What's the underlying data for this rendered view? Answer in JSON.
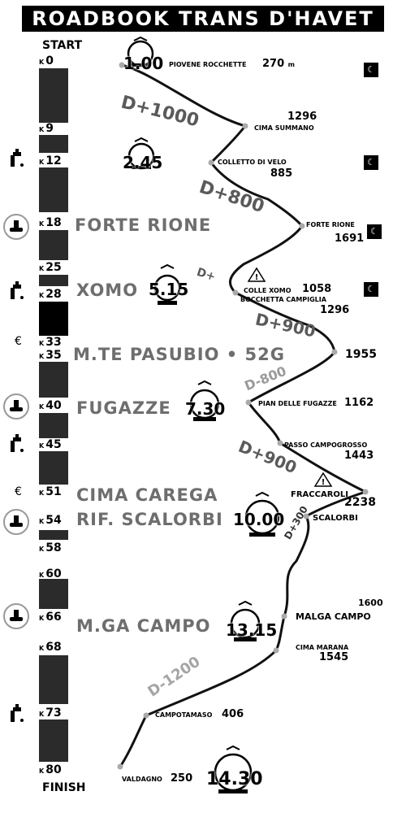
{
  "title": "ROADBOOK TRANS D'HAVET",
  "start": "START",
  "finish": "FINISH",
  "km_prefix": "K",
  "kms": [
    "0",
    "9",
    "12",
    "18",
    "25",
    "28",
    "33",
    "35",
    "40",
    "45",
    "51",
    "54",
    "58",
    "60",
    "66",
    "68",
    "73",
    "80"
  ],
  "big_labels": {
    "forte": "FORTE RIONE",
    "xomo": "XOMO",
    "pasubio": "M.TE PASUBIO • 52G",
    "fugazze": "FUGAZZE",
    "carega": "CIMA CAREGA",
    "scalorbi": "RIF. SCALORBI",
    "campo": "M.GA CAMPO"
  },
  "times": {
    "t1": "1.00",
    "t2": "2.45",
    "t3": "5.15",
    "t4": "7.30",
    "t5": "10.00",
    "t6": "13.15",
    "t7": "14.30"
  },
  "points": {
    "piovene": "PIOVENE ROCCHETTE",
    "piovene_elev": "270",
    "piovene_unit": "m",
    "summano_elev": "1296",
    "summano": "CIMA SUMMANO",
    "velo": "COLLETTO DI VELO",
    "velo_elev": "885",
    "forte": "FORTE RIONE",
    "forte_elev": "1691",
    "xomo": "COLLE XOMO",
    "xomo_elev": "1058",
    "campiglia": "BOCCHETTA CAMPIGLIA",
    "campiglia_elev": "1296",
    "pasubio_elev": "1955",
    "fugazze": "PIAN DELLE FUGAZZE",
    "fugazze_elev": "1162",
    "campogrosso": "PASSO CAMPOGROSSO",
    "campogrosso_elev": "1443",
    "fraccaroli": "FRACCAROLI",
    "fraccaroli_elev": "2238",
    "scalorbi": "SCALORBI",
    "malga_elev": "1600",
    "malga": "MALGA CAMPO",
    "marana": "CIMA MARANA",
    "marana_elev": "1545",
    "campotamaso": "CAMPOTAMASO",
    "campotamaso_elev": "406",
    "valdagno": "VALDAGNO",
    "valdagno_elev": "250"
  },
  "dplus": {
    "d1": "D+1000",
    "d2": "D+800",
    "d3": "D+",
    "d4": "D+900",
    "d5": "D-800",
    "d6": "D+900",
    "d7": "D+300",
    "d8": "D-1200"
  },
  "euro": "€"
}
